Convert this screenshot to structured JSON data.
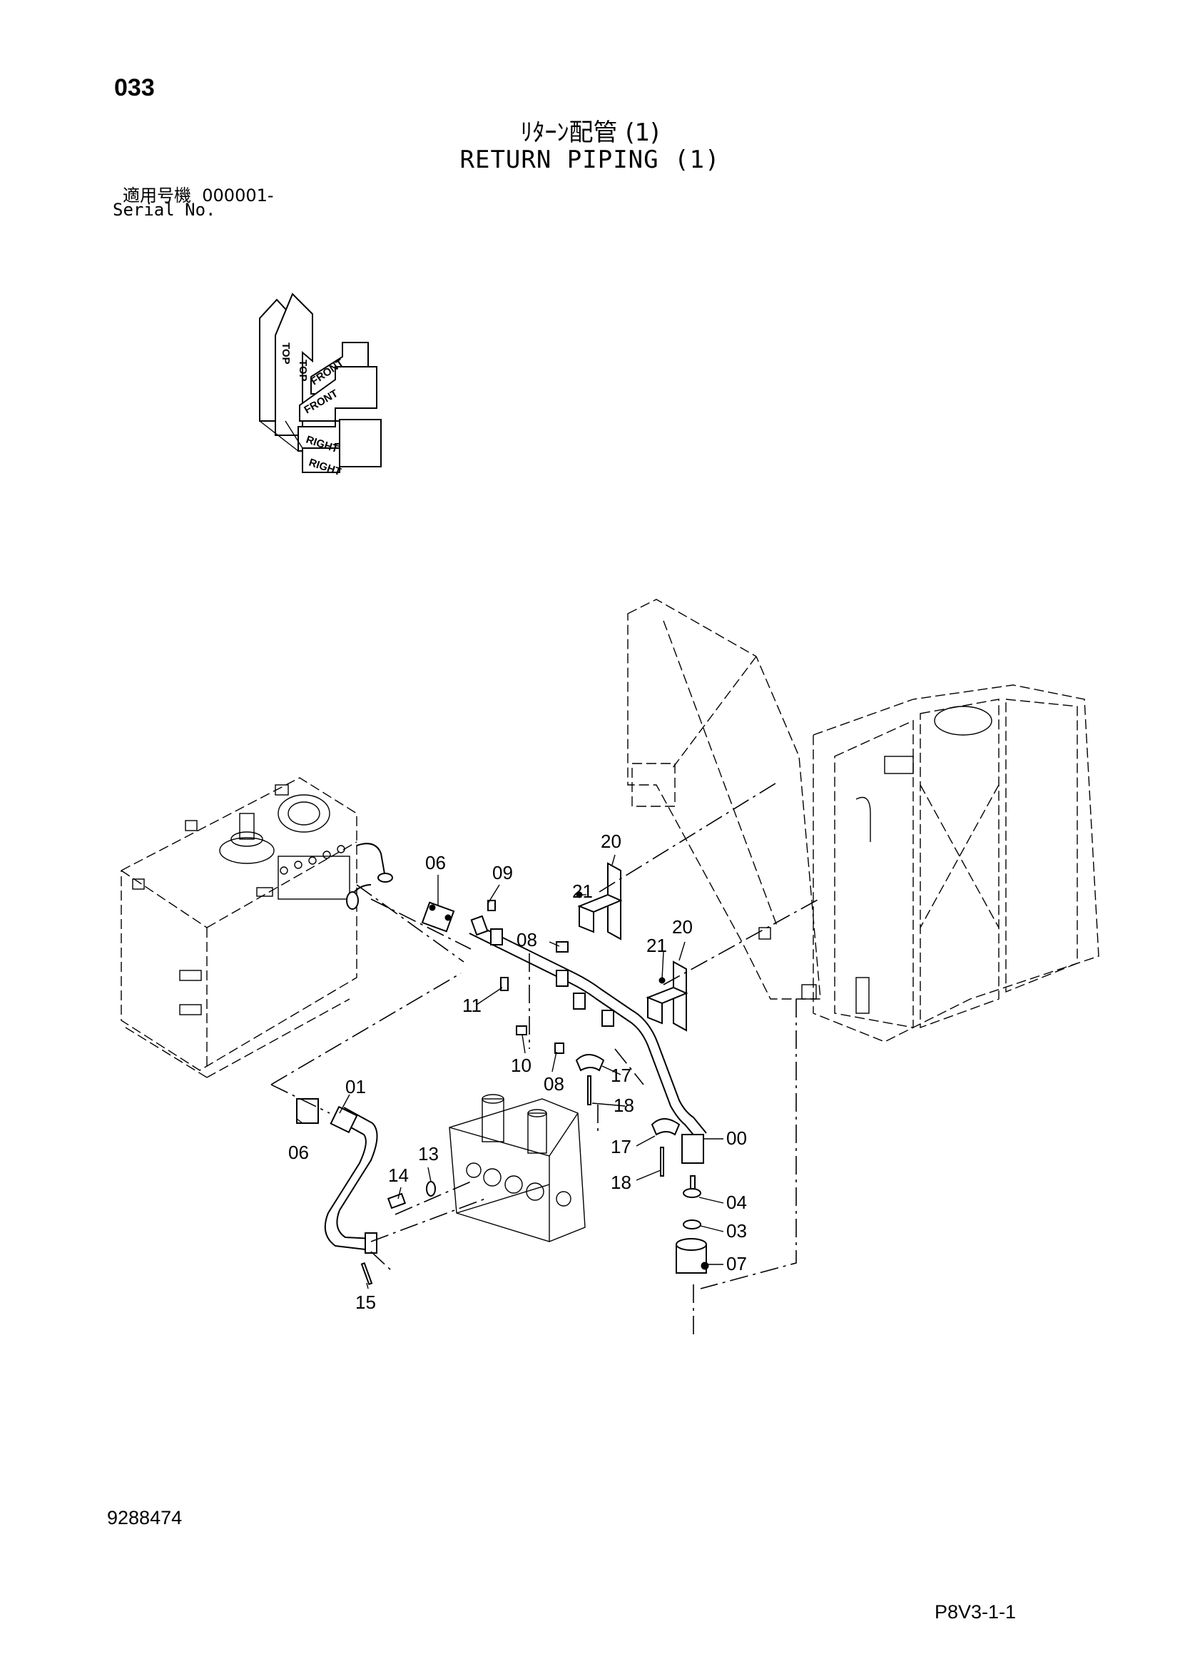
{
  "header": {
    "page_number": "033",
    "title_jp": "ﾘﾀｰﾝ配管 (1)",
    "title_en": "RETURN PIPING (1)",
    "serial_label_jp": "適用号機",
    "serial_value": "000001-",
    "serial_label_en": "Serial No."
  },
  "orientation_indicator": {
    "labels": [
      "TOP",
      "TOP",
      "FRONT",
      "FRONT",
      "RIGHT",
      "RIGHT"
    ]
  },
  "callouts": {
    "c00": "00",
    "c01": "01",
    "c03": "03",
    "c04": "04",
    "c06a": "06",
    "c06b": "06",
    "c07": "07",
    "c08a": "08",
    "c08b": "08",
    "c09": "09",
    "c10": "10",
    "c11": "11",
    "c13": "13",
    "c14": "14",
    "c15": "15",
    "c17a": "17",
    "c17b": "17",
    "c18a": "18",
    "c18b": "18",
    "c20a": "20",
    "c20b": "20",
    "c21a": "21",
    "c21b": "21"
  },
  "footer": {
    "drawing_number": "9288474",
    "sheet_code": "P8V3-1-1"
  }
}
